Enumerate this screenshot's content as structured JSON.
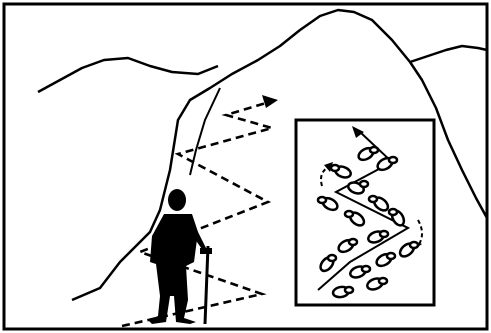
{
  "illustration": {
    "subject": "switchback-trail-hiking-illustration",
    "colors": {
      "ink": "#000000",
      "paper": "#ffffff"
    },
    "elements": {
      "frame": "frame",
      "mountain": "mountain",
      "trail": "dashed-zigzag-trail",
      "trail_arrow": "arrow-icon",
      "hiker": "hiker-with-trekking-pole",
      "inset": "inset-footprints-diagram",
      "footprints": "footprint-icon"
    },
    "footprint_count": 16
  }
}
